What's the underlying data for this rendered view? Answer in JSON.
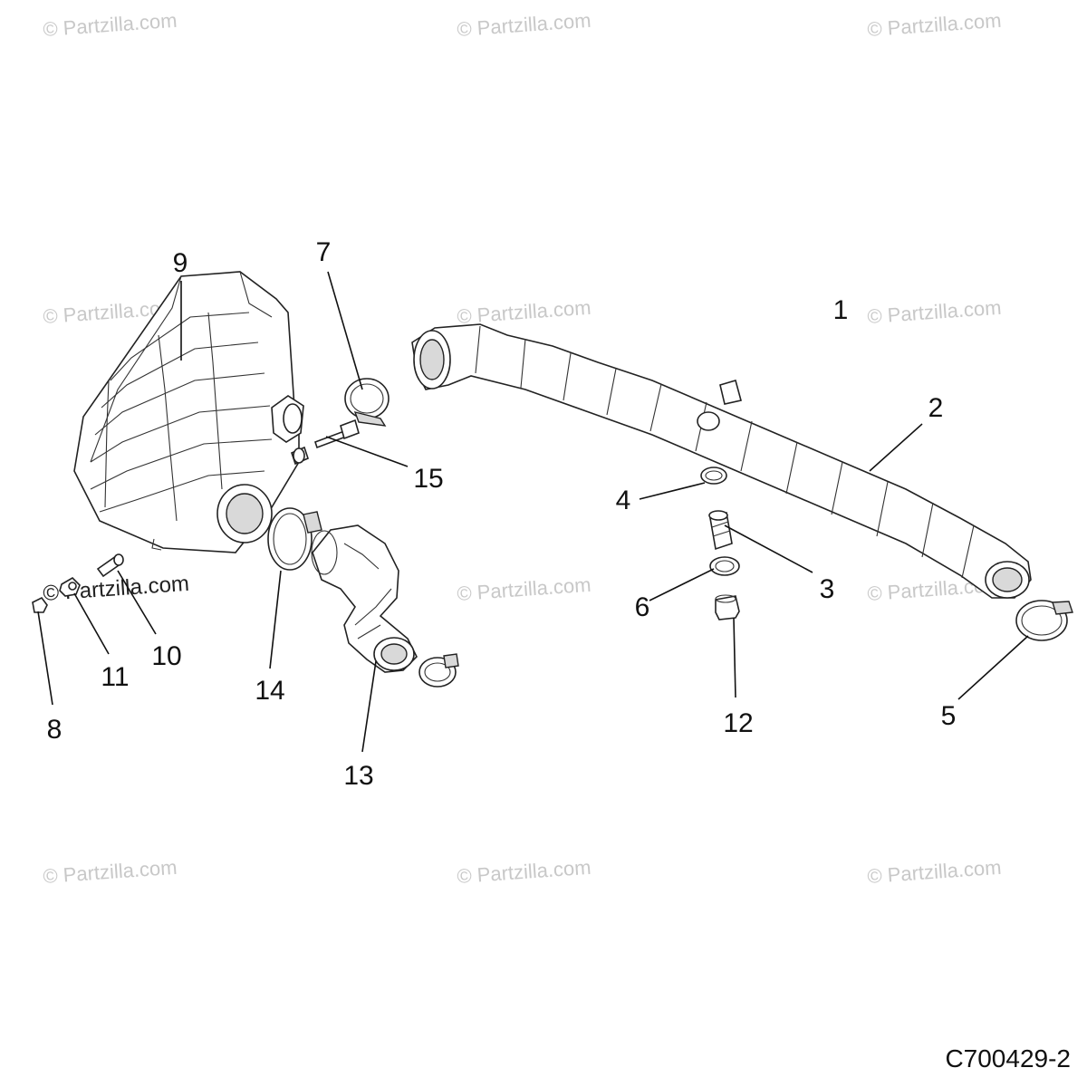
{
  "watermark": "© Partzilla.com",
  "diagram_code": "C700429-2",
  "callouts": [
    "1",
    "2",
    "3",
    "4",
    "5",
    "6",
    "7",
    "8",
    "9",
    "10",
    "11",
    "12",
    "13",
    "14",
    "15"
  ]
}
